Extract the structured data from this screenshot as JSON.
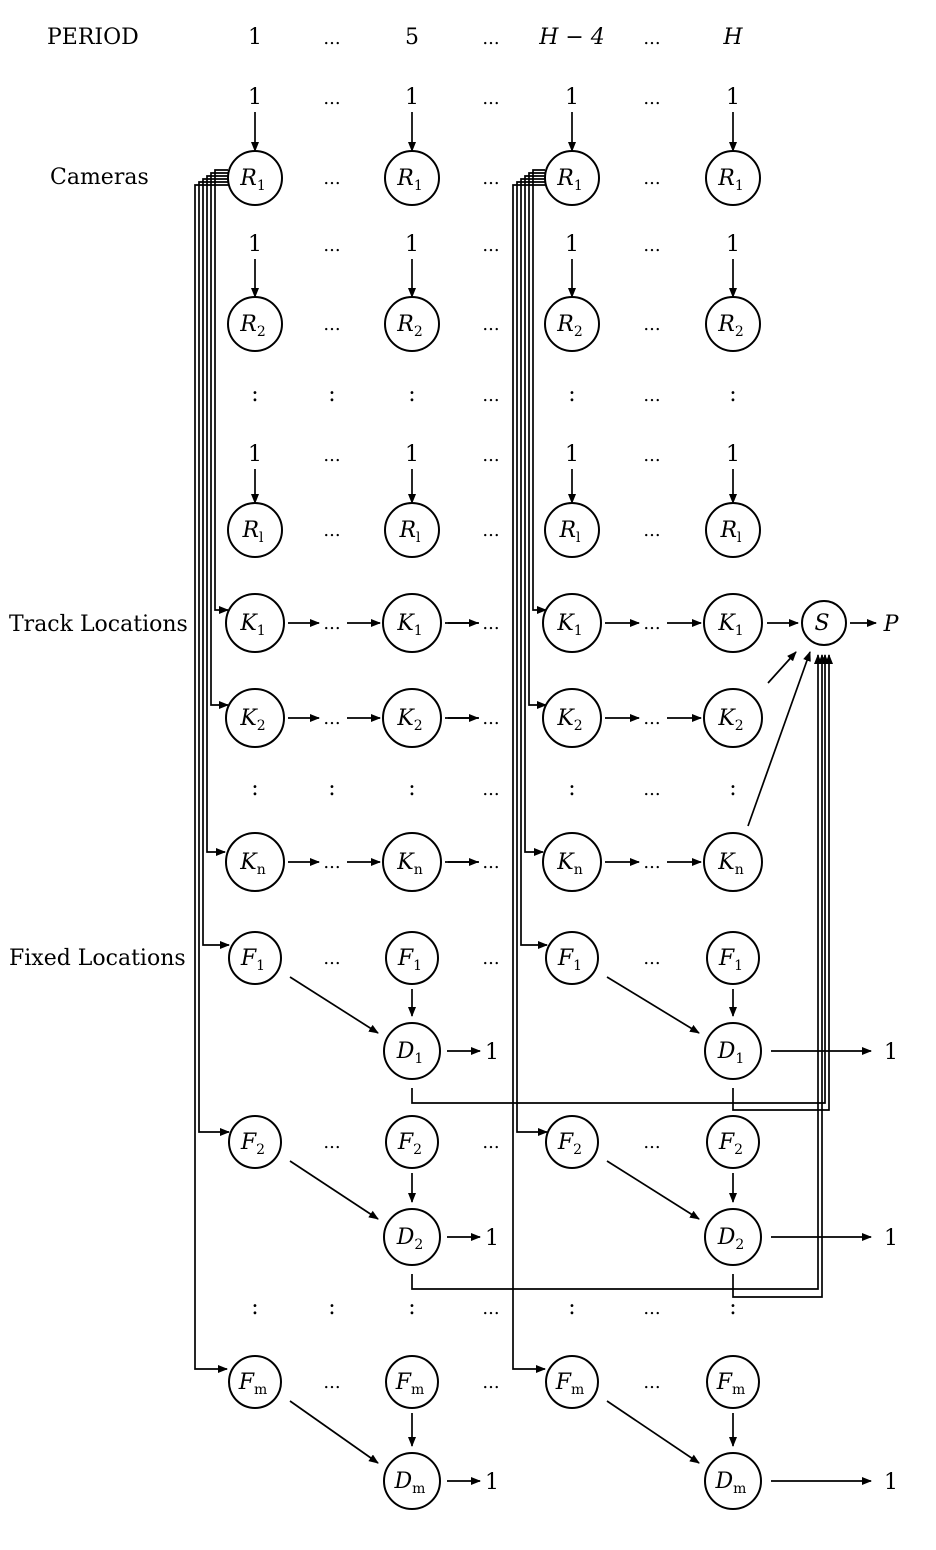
{
  "header": {
    "label": "PERIOD",
    "periods": [
      "1",
      "...",
      "5",
      "...",
      "H − 4",
      "...",
      "H"
    ]
  },
  "row_labels": {
    "cameras": "Cameras",
    "track": "Track Locations",
    "fixed": "Fixed Locations"
  },
  "symbols": {
    "ellipsis": "...",
    "vdots": ":",
    "input_value": "1",
    "output_value": "1",
    "sink_node": "S",
    "sink_output": "P"
  },
  "camera_nodes": [
    {
      "letter": "R",
      "sub": "1"
    },
    {
      "letter": "R",
      "sub": "2"
    },
    {
      "letter": "R",
      "sub": "l"
    }
  ],
  "track_nodes": [
    {
      "letter": "K",
      "sub": "1"
    },
    {
      "letter": "K",
      "sub": "2"
    },
    {
      "letter": "K",
      "sub": "n"
    }
  ],
  "fixed_nodes": [
    {
      "letter": "F",
      "sub": "1",
      "detect": "D",
      "detect_sub": "1"
    },
    {
      "letter": "F",
      "sub": "2",
      "detect": "D",
      "detect_sub": "2"
    },
    {
      "letter": "F",
      "sub": "m",
      "detect": "D",
      "detect_sub": "m"
    }
  ],
  "colors": {
    "stroke": "#000000",
    "background": "#ffffff"
  }
}
